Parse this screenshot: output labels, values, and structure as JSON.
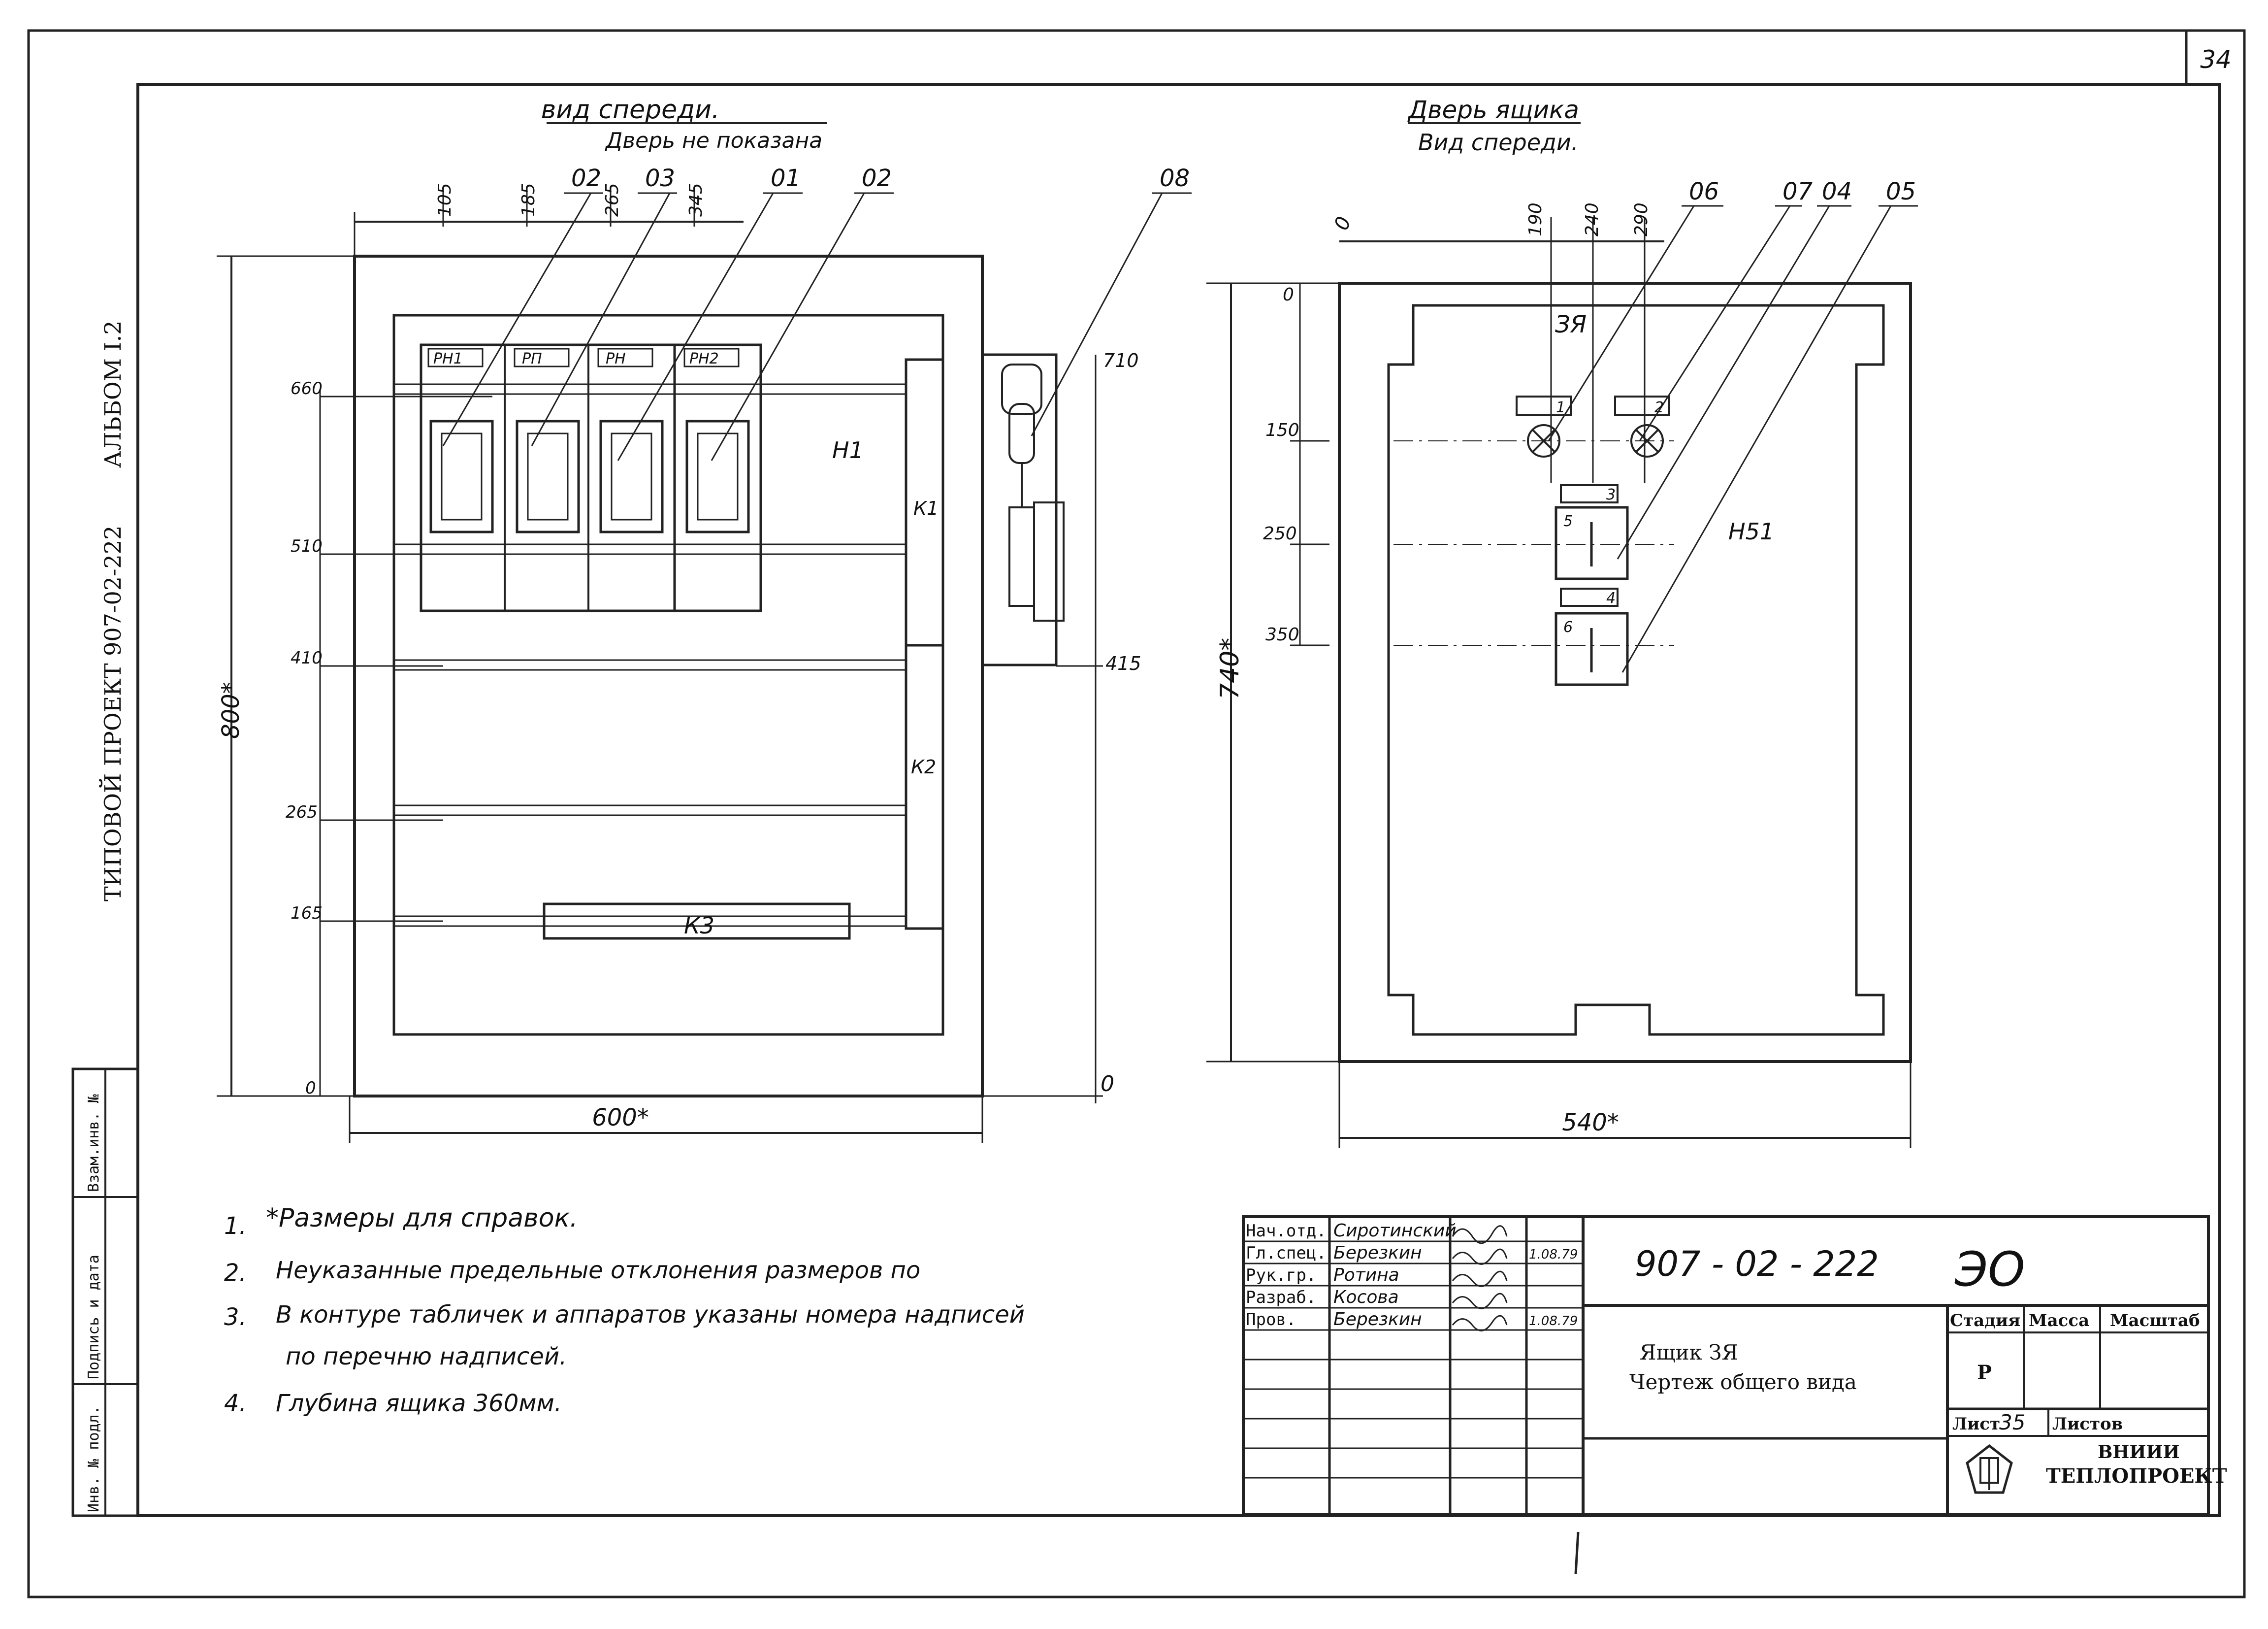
{
  "sheet_corner_number": "34",
  "side_stamp": {
    "album": "АЛЬБОМ I.2",
    "project": "ТИПОВОЙ ПРОЕКТ 907-02-222",
    "cells": [
      "Инв. № подл.",
      "Подпись и дата",
      "Взам.инв. №"
    ]
  },
  "front_view": {
    "title": "вид спереди.",
    "subtitle": "Дверь не показана",
    "top_dims": [
      "105",
      "185",
      "265",
      "345"
    ],
    "callouts": [
      "02",
      "03",
      "01",
      "02",
      "08"
    ],
    "relays": [
      "РН1",
      "РП",
      "РН",
      "РН2"
    ],
    "labels": {
      "h1": "Н1",
      "k1": "К1",
      "k2": "К2",
      "k3": "К3"
    },
    "left_dims": [
      "660",
      "510",
      "410",
      "265",
      "165",
      "0"
    ],
    "right_dims": [
      "710",
      "415",
      "0"
    ],
    "height": "800*",
    "width": "600*"
  },
  "door_view": {
    "title": "Дверь ящика",
    "subtitle": "Вид спереди.",
    "zero_top": "0",
    "top_dims": [
      "190",
      "240",
      "290"
    ],
    "callouts": [
      "06",
      "07",
      "04",
      "05"
    ],
    "box_label": "ЗЯ",
    "plate_numbers": [
      "1",
      "2",
      "3",
      "4",
      "5",
      "6"
    ],
    "label_h51": "Н51",
    "left_dims": [
      "0",
      "150",
      "250",
      "350"
    ],
    "height": "740*",
    "width": "540*"
  },
  "notes": [
    {
      "num": "1.",
      "text": "*Размеры для справок."
    },
    {
      "num": "2.",
      "text": "Неуказанные предельные отклонения размеров по"
    },
    {
      "num": "3.",
      "text": "В контуре табличек и аппаратов указаны номера надписей"
    },
    {
      "num": "",
      "text": "по перечню надписей."
    },
    {
      "num": "4.",
      "text": "Глубина ящика 360мм."
    }
  ],
  "title_block": {
    "doc_number": "907 - 02 - 222",
    "doc_code": "ЭО",
    "roles": [
      "Нач.отд.",
      "Гл.спец.",
      "Рук.гр.",
      "Разраб.",
      "Пров."
    ],
    "names": [
      "Сиротинский",
      "Березкин",
      "Ротина",
      "Косова",
      "Березкин"
    ],
    "dates": [
      "",
      "1.08.79",
      "",
      "",
      "1.08.79"
    ],
    "title_line1": "Ящик ЗЯ",
    "title_line2": "Чертеж общего вида",
    "col_stage": "Стадия",
    "col_mass": "Масса",
    "col_scale": "Масштаб",
    "stage_value": "Р",
    "sheet_label": "Лист",
    "sheet_value": "35",
    "sheets_label": "Листов",
    "org_line1": "ВНИИИ",
    "org_line2": "ТЕПЛОПРОЕКТ"
  }
}
